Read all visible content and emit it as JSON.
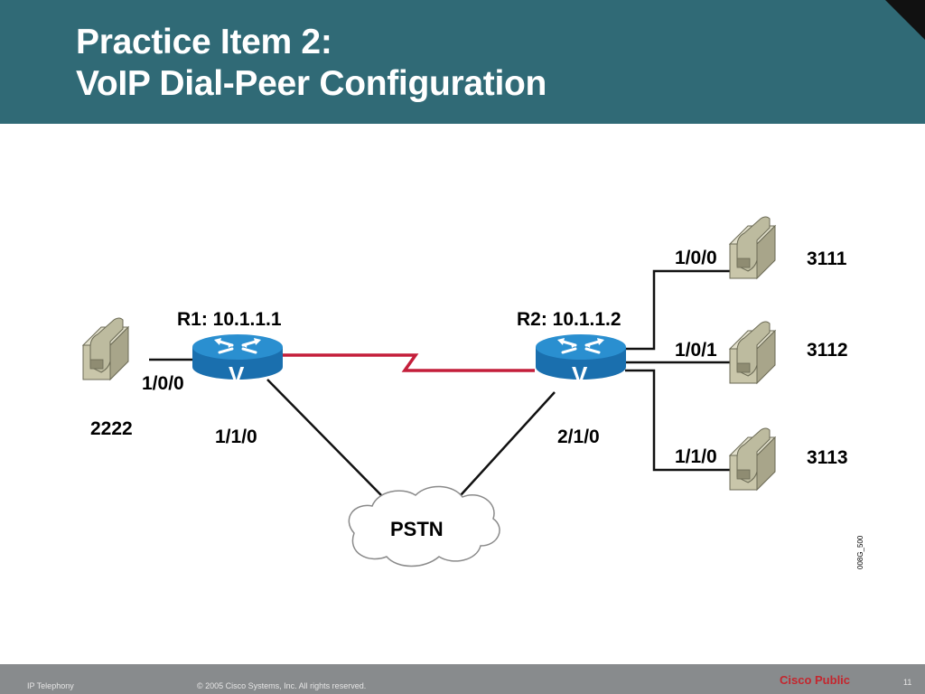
{
  "header": {
    "title_line1": "Practice Item 2:",
    "title_line2": "VoIP Dial-Peer Configuration"
  },
  "diagram": {
    "routers": [
      {
        "label": "R1: 10.1.1.1",
        "badge": "V"
      },
      {
        "label": "R2:  10.1.1.2",
        "badge": "V"
      }
    ],
    "r1_ports": {
      "voice": "1/0/0",
      "pstn": "1/1/0"
    },
    "r2_ports": {
      "pstn": "2/1/0",
      "p1": "1/0/0",
      "p2": "1/0/1",
      "p3": "1/1/0"
    },
    "phones": {
      "r1": "2222",
      "r2_a": "3111",
      "r2_b": "3112",
      "r2_c": "3113"
    },
    "cloud_label": "PSTN",
    "figure_id": "008G_500",
    "colors": {
      "wan_link": "#c41e3a",
      "router_body": "#2a8fd0",
      "phone": "#c9c6aa"
    }
  },
  "footer": {
    "course": "IP Telephony",
    "copyright": "© 2005 Cisco Systems, Inc. All rights reserved.",
    "classification": "Cisco Public",
    "page": "11"
  }
}
